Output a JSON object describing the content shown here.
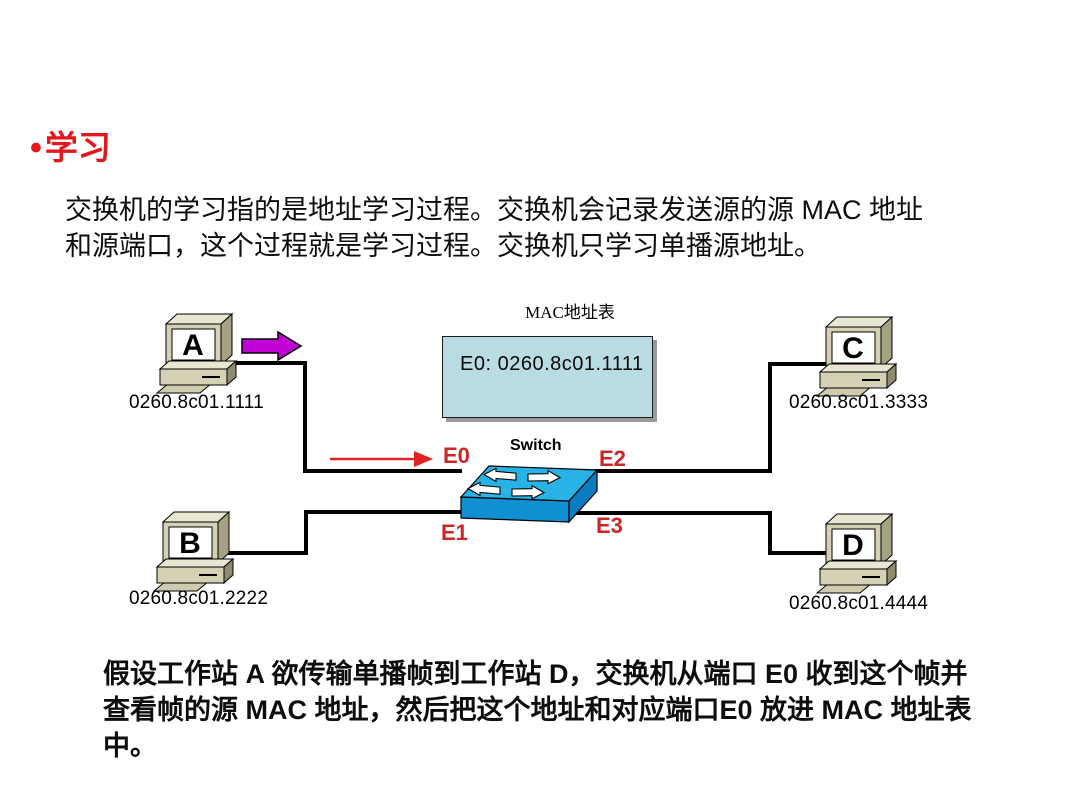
{
  "slide": {
    "title": {
      "bullet": "•",
      "text": "学习"
    },
    "intro": "交换机的学习指的是地址学习过程。交换机会记录发送源的源 MAC 地址和源端口，这个过程就是学习过程。交换机只学习单播源地址。",
    "footer": "假设工作站 A 欲传输单播帧到工作站 D，交换机从端口 E0 收到这个帧并查看帧的源 MAC 地址，然后把这个地址和对应端口E0 放进 MAC 地址表中。"
  },
  "diagram": {
    "mac_table": {
      "title": "MAC地址表",
      "entry": "E0: 0260.8c01.1111"
    },
    "switch_label": "Switch",
    "ports": {
      "e0": "E0",
      "e1": "E1",
      "e2": "E2",
      "e3": "E3"
    },
    "workstations": {
      "a": {
        "letter": "A",
        "mac": "0260.8c01.1111"
      },
      "b": {
        "letter": "B",
        "mac": "0260.8c01.2222"
      },
      "c": {
        "letter": "C",
        "mac": "0260.8c01.3333"
      },
      "d": {
        "letter": "D",
        "mac": "0260.8c01.4444"
      }
    }
  },
  "colors": {
    "title_red": "#e3161c",
    "port_red": "#cc2626",
    "transmit_arrow_red": "#e02424",
    "frame_arrow_purple": "#c203d8",
    "table_fill": "#b9dce3",
    "switch_top": "#29b2e6",
    "switch_front": "#1090d2",
    "switch_side": "#0b7cc0"
  }
}
